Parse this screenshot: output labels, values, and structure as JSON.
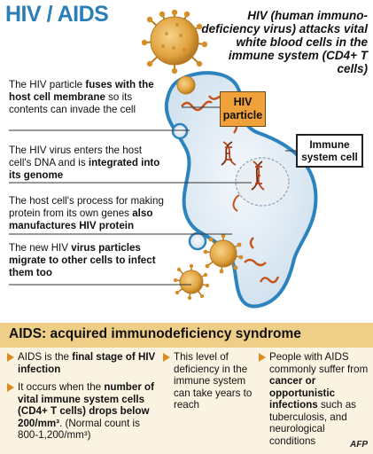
{
  "title": "HIV / AIDS",
  "subtitle": "HIV (human immuno-deficiency virus) attacks vital white blood cells in the immune system (CD4+ T cells)",
  "labels": {
    "hiv_particle": "HIV particle",
    "immune_cell": "Immune system cell"
  },
  "steps": [
    {
      "pre": "The HIV particle ",
      "bold": "fuses with the host cell membrane",
      "post": " so its contents can invade the cell"
    },
    {
      "pre": "The HIV virus enters the host cell's DNA and is ",
      "bold": "integrated into its genome",
      "post": ""
    },
    {
      "pre": "The host cell's process for making protein from its own genes ",
      "bold": "also manufactures HIV protein",
      "post": ""
    },
    {
      "pre": "The new HIV ",
      "bold": "virus particles migrate to other cells to infect them too",
      "post": ""
    }
  ],
  "aids_section": {
    "heading": "AIDS: acquired immunodeficiency syndrome",
    "col1": {
      "b1_pre": "AIDS is the ",
      "b1_bold": "final stage of HIV infection",
      "b2_pre": "It occurs when the ",
      "b2_bold": "number of vital immune system cells (CD4+ T cells) drops below 200/mm³",
      "b2_post": ". (Normal count is 800-1,200/mm³)"
    },
    "col2": {
      "text": "This level of deficiency in the immune system can take years to reach"
    },
    "col3": {
      "pre": "People with AIDS commonly suffer from ",
      "bold": "cancer or opportunistic infections",
      "post": " such as tuberculosis, and neurological conditions"
    }
  },
  "credit": "AFP",
  "colors": {
    "title_blue": "#2a7fb8",
    "cell_fill": "#dfeaf4",
    "cell_border": "#2d83bd",
    "virus_orange": "#e0a33f",
    "band": "#efcf88",
    "bullet_orange": "#e08a1e"
  }
}
